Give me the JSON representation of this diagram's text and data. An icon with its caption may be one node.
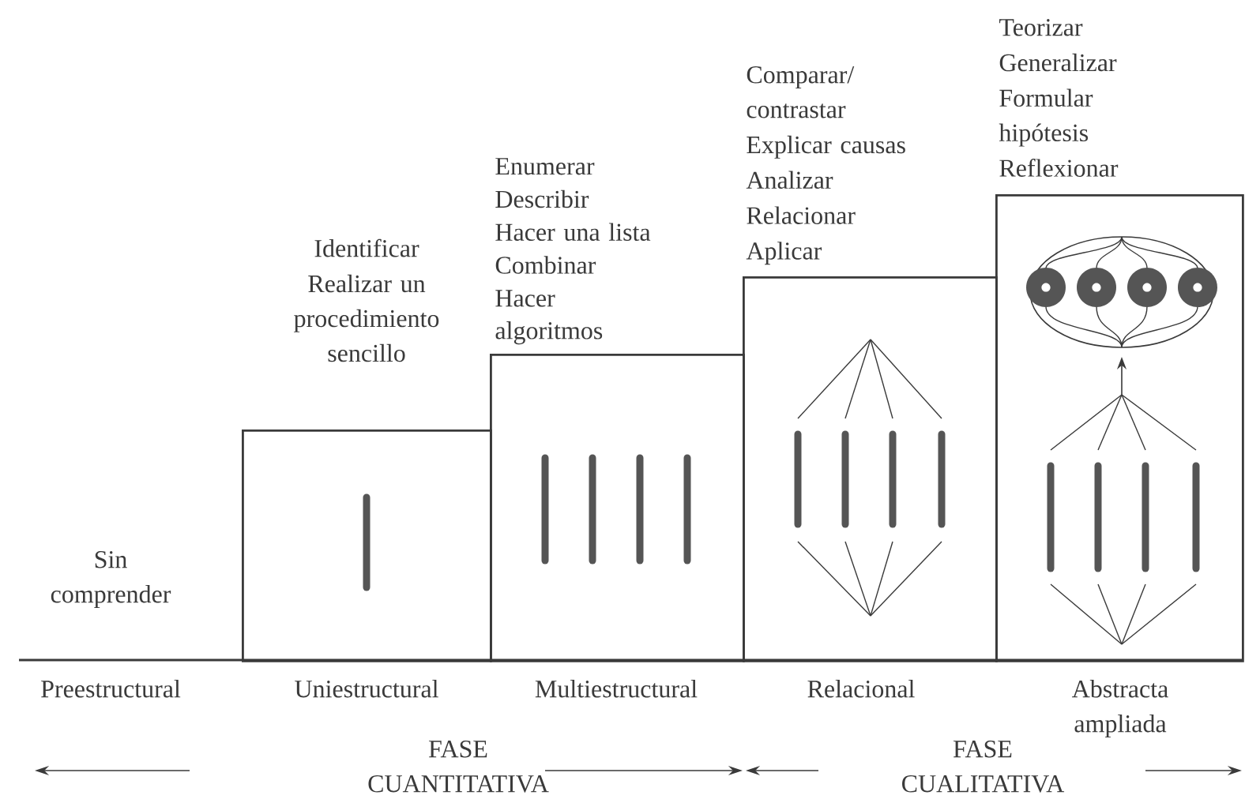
{
  "diagram": {
    "nodes": [
      {
        "text": [
          "Identificar",
          "Realizar un procedimiento sencillo"
        ],
        "beside": [
          "Uniestructural"
        ]
      },
      {
        "text": [
          "Enumerar",
          "Describir",
          "Hacer una lista",
          "Combinar",
          "Hacer algoritmos"
        ],
        "beside": [
          "Multiestructural"
        ]
      },
      {
        "text": [
          "Comparar/ contrastar",
          "Explicar causas",
          "Analizar",
          "Relacionar",
          "Aplicar"
        ],
        "beside": [
          "Relacional"
        ]
      },
      {
        "text": [
          "Teorizar",
          "Generalizar",
          "Formular hipótesis",
          "Reflexionar"
        ],
        "beside": [
          "Abstracta ampliada"
        ]
      }
    ],
    "labels": [
      "Sin comprender",
      "Preestructural",
      "FASE CUANTITATIVA",
      "FASE CUALITATIVA"
    ]
  }
}
